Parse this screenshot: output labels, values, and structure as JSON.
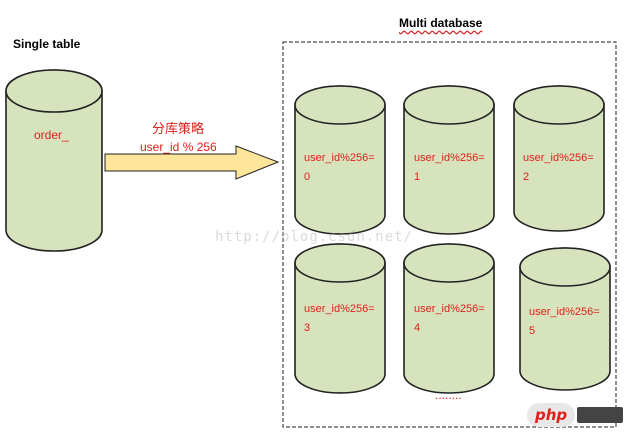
{
  "single_table": {
    "title": "Single table",
    "table_label": "order_"
  },
  "arrow": {
    "strategy_label": "分库策略",
    "formula": "user_id % 256"
  },
  "multi_db": {
    "title": "Multi database",
    "databases": [
      {
        "line1": "user_id%256=",
        "line2": "0"
      },
      {
        "line1": "user_id%256=",
        "line2": "1"
      },
      {
        "line1": "user_id%256=",
        "line2": "2"
      },
      {
        "line1": "user_id%256=",
        "line2": "3"
      },
      {
        "line1": "user_id%256=",
        "line2": "4"
      },
      {
        "line1": "user_id%256=",
        "line2": "5"
      }
    ],
    "ellipsis": "........"
  },
  "watermark": "http://blog.csdn.net/",
  "badge": {
    "text": "php"
  },
  "colors": {
    "cylinder_fill": "#d6e3bc",
    "cylinder_stroke": "#222222",
    "arrow_fill": "#fde699",
    "label_red": "#e0201b"
  }
}
